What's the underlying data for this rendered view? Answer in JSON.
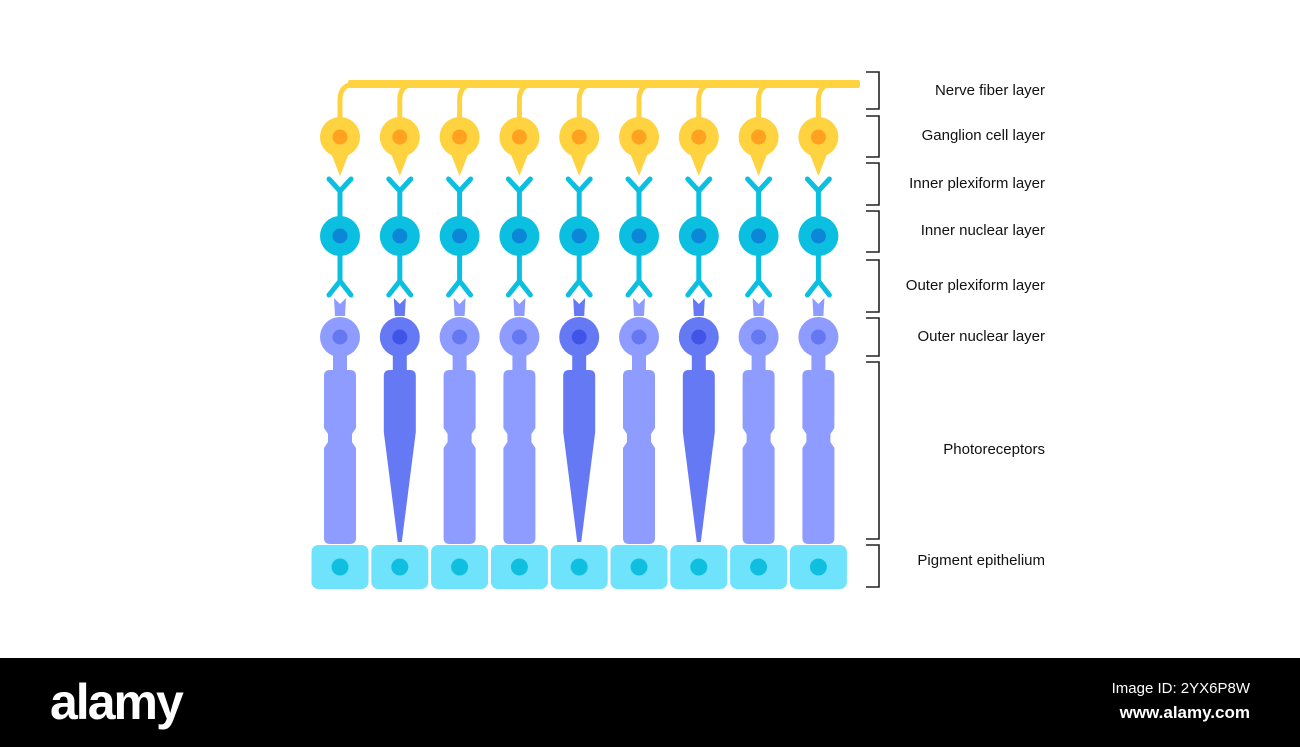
{
  "layers": [
    {
      "key": "nerve-fiber",
      "label": "Nerve fiber layer"
    },
    {
      "key": "ganglion-cell",
      "label": "Ganglion cell layer"
    },
    {
      "key": "inner-plexiform",
      "label": "Inner plexiform layer"
    },
    {
      "key": "inner-nuclear",
      "label": "Inner nuclear layer"
    },
    {
      "key": "outer-plexiform",
      "label": "Outer plexiform layer"
    },
    {
      "key": "outer-nuclear",
      "label": "Outer nuclear layer"
    },
    {
      "key": "photoreceptors",
      "label": "Photoreceptors"
    },
    {
      "key": "pigment-epithelium",
      "label": "Pigment epithelium"
    }
  ],
  "photoreceptor_types": [
    "rod",
    "cone",
    "rod",
    "rod",
    "cone",
    "rod",
    "cone",
    "rod",
    "rod"
  ],
  "colors": {
    "ganglion": "#ffd23f",
    "ganglion_nucleus": "#ffa21f",
    "bipolar": "#0bbfe0",
    "bipolar_nucleus": "#0c86d6",
    "rod": "#8f9cff",
    "rod_nucleus": "#6677f2",
    "cone": "#6679f5",
    "cone_nucleus": "#4055e8",
    "epithelium": "#6ee3fb",
    "epithelium_nucleus": "#10bfe0",
    "bracket": "#222222",
    "footer": "#000000"
  },
  "footer": {
    "brand": "alamy",
    "image_id": "Image ID: 2YX6P8W",
    "url": "www.alamy.com"
  }
}
